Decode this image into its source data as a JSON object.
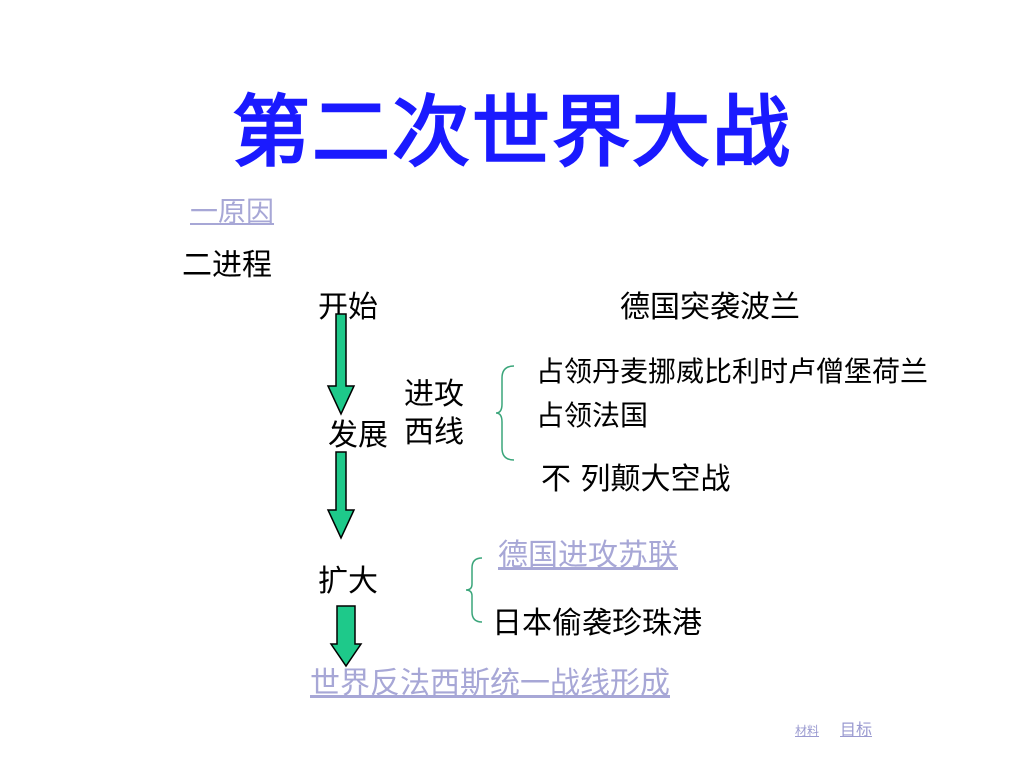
{
  "title": "第二次世界大战",
  "sections": {
    "cause_link": "一原因",
    "process_label": "二进程"
  },
  "stages": {
    "start": {
      "label": "开始",
      "event": "德国突袭波兰"
    },
    "develop": {
      "label": "发展",
      "attack_west_line1": "进攻",
      "attack_west_line2": "西线",
      "items": [
        "占领丹麦挪威比利时卢僧堡荷兰",
        "占领法国",
        "不 列颠大空战"
      ]
    },
    "expand": {
      "label": "扩大",
      "soviet_link": "德国进攻苏联",
      "pearl_harbor": "日本偷袭珍珠港"
    }
  },
  "result_link": "世界反法西斯统一战线形成",
  "footer": {
    "material_link": "材料",
    "goal_link": "目标"
  },
  "colors": {
    "title": "#1a1aff",
    "link": "#a7a7d6",
    "arrow_fill": "#1ec98a",
    "brace": "#3aa57a"
  }
}
